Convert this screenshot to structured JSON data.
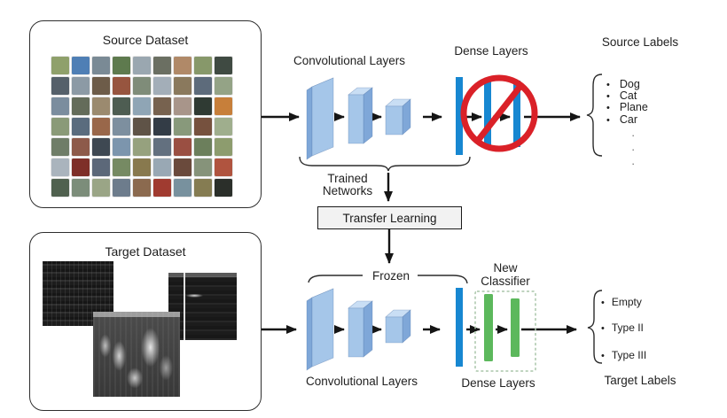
{
  "figure": {
    "source_row": {
      "dataset_title": "Source Dataset",
      "conv_layers_label": "Convolutional Layers",
      "dense_layers_label": "Dense Layers",
      "labels_title": "Source Labels",
      "bullet": "•",
      "label_items": [
        "Dog",
        "Cat",
        "Plane",
        "Car"
      ],
      "ellipsis_dot": "·"
    },
    "middle": {
      "trained_line1": "Trained",
      "trained_line2": "Networks",
      "transfer_box_label": "Transfer Learning"
    },
    "target_row": {
      "dataset_title": "Target Dataset",
      "frozen_label": "Frozen",
      "conv_layers_label": "Convolutional Layers",
      "dense_layers_label": "Dense Layers",
      "new_classifier_line1": "New",
      "new_classifier_line2": "Classifier",
      "labels_title": "Target Labels",
      "bullet": "•",
      "label_items": [
        "Empty",
        "Type II",
        "Type III"
      ]
    },
    "colors": {
      "ink": "#151515",
      "dense_bar_blue": "#1787D1",
      "classifier_green": "#5CB85C",
      "prohibited_red": "#DA2128",
      "conv_front": "#A5C6E9",
      "conv_top": "#C9DEF4",
      "conv_side": "#7FA7D8"
    },
    "source_thumbnail_colors": [
      "#8fa06b",
      "#4f7fb5",
      "#7a8a95",
      "#5e7a4e",
      "#9aa7b0",
      "#6b6f62",
      "#b08968",
      "#87986a",
      "#3f4a42",
      "#55606a",
      "#8c9aa5",
      "#6d5c49",
      "#97553f",
      "#7f8c79",
      "#a3aeb8",
      "#8a795d",
      "#5d6b7b",
      "#94a386",
      "#7b8d9e",
      "#646c5a",
      "#9b8a6f",
      "#4e5d52",
      "#8fa5b5",
      "#77624f",
      "#a8958a",
      "#2f3a33",
      "#c77f3a",
      "#8a9a78",
      "#5a6c7e",
      "#99674a",
      "#7d8f9f",
      "#5f5347",
      "#333c46",
      "#88997b",
      "#76513e",
      "#9fae8d",
      "#6f7d68",
      "#8d5a4a",
      "#3e4852",
      "#7c95ad",
      "#96a17e",
      "#63707f",
      "#9a4f42",
      "#6c7f5c",
      "#8d9c6e",
      "#aab4bd",
      "#7e2f28",
      "#5c6879",
      "#768a63",
      "#88794e",
      "#99a8b4",
      "#6a4a3c",
      "#86937a",
      "#b0543f",
      "#50614f",
      "#7c8d7a",
      "#9aa586",
      "#6d7c8c",
      "#8b6a4f",
      "#a03b30",
      "#78919e",
      "#857c52",
      "#2b2f2a"
    ]
  }
}
